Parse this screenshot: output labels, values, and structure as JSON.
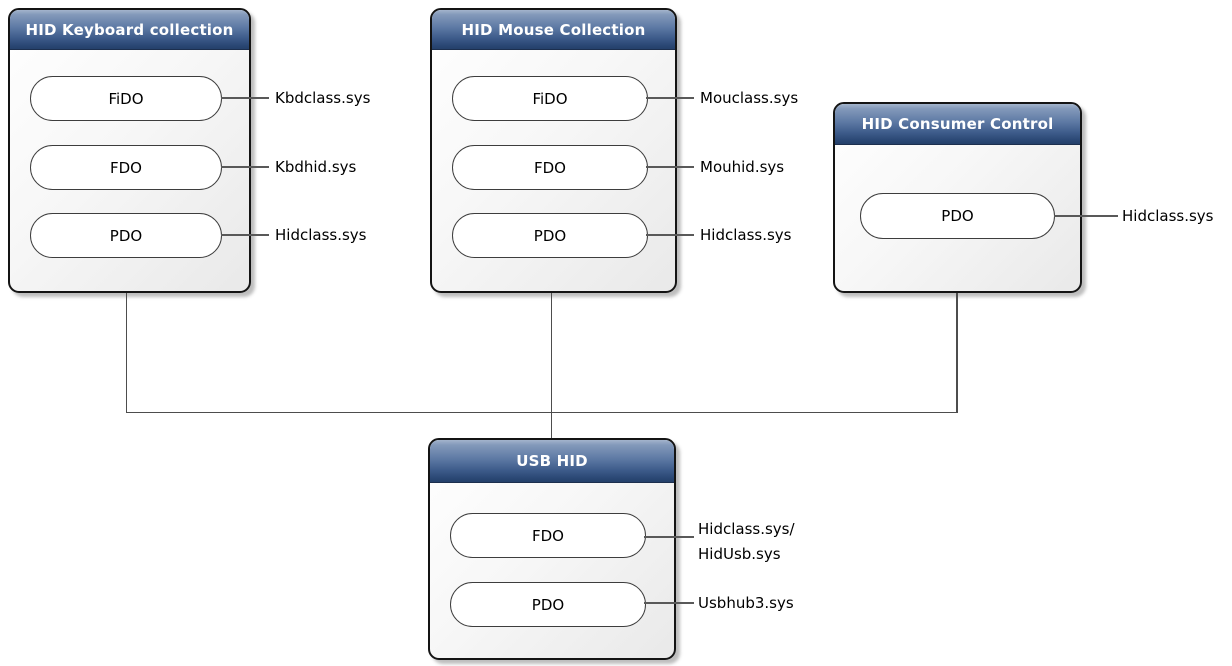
{
  "diagram": {
    "boxes": [
      {
        "key": "hid-keyboard-collection",
        "title": "HID Keyboard collection",
        "nodes": [
          {
            "label": "FiDO",
            "driver": "Kbdclass.sys"
          },
          {
            "label": "FDO",
            "driver": "Kbdhid.sys"
          },
          {
            "label": "PDO",
            "driver": "Hidclass.sys"
          }
        ]
      },
      {
        "key": "hid-mouse-collection",
        "title": "HID Mouse Collection",
        "nodes": [
          {
            "label": "FiDO",
            "driver": "Mouclass.sys"
          },
          {
            "label": "FDO",
            "driver": "Mouhid.sys"
          },
          {
            "label": "PDO",
            "driver": "Hidclass.sys"
          }
        ]
      },
      {
        "key": "hid-consumer-control",
        "title": "HID Consumer Control",
        "nodes": [
          {
            "label": "PDO",
            "driver": "Hidclass.sys"
          }
        ]
      },
      {
        "key": "usb-hid",
        "title": "USB HID",
        "nodes": [
          {
            "label": "FDO",
            "driver": "Hidclass.sys/\nHidUsb.sys"
          },
          {
            "label": "PDO",
            "driver": "Usbhub3.sys"
          }
        ]
      }
    ],
    "colors": {
      "header_gradient_top": "#a3b4cc",
      "header_gradient_bottom": "#24406a",
      "header_title_text": "#ffffff",
      "box_border": "#141414",
      "box_body_top": "#ffffff",
      "box_body_bottom": "#e9e9e9",
      "pill_background": "#ffffff",
      "pill_border": "#3d3d3d",
      "connector_line": "#4d4d4d",
      "leader_line": "#595959",
      "label_text": "#000000"
    }
  }
}
